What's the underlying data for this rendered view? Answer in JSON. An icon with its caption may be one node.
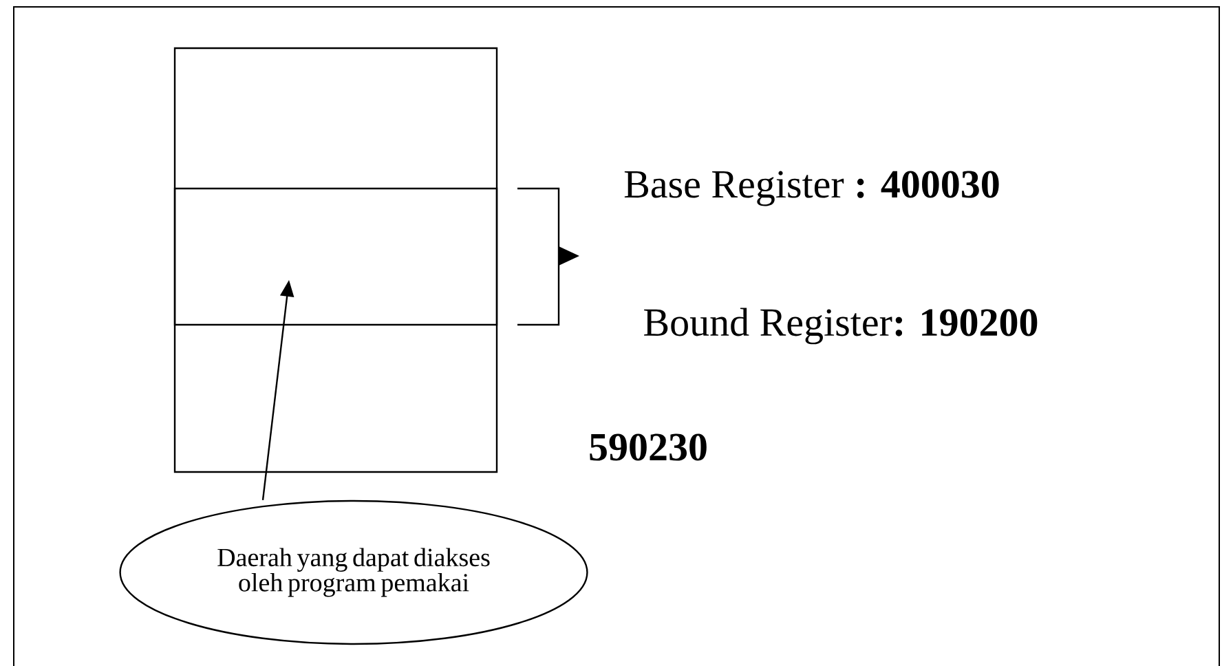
{
  "diagram": {
    "nodes": [
      {
        "text": [],
        "shape": "box"
      },
      {
        "text": [],
        "shape": "box",
        "in": 0
      },
      {
        "text": [
          "Daerah yang dapat diakses oleh program pemakai"
        ]
      }
    ],
    "edges": [
      {
        "from": 2,
        "to": 1,
        "arrow": "to"
      }
    ],
    "labels": [
      "Base Register **: 400030**",
      "Bound Register**: 190200**",
      "590230"
    ]
  }
}
